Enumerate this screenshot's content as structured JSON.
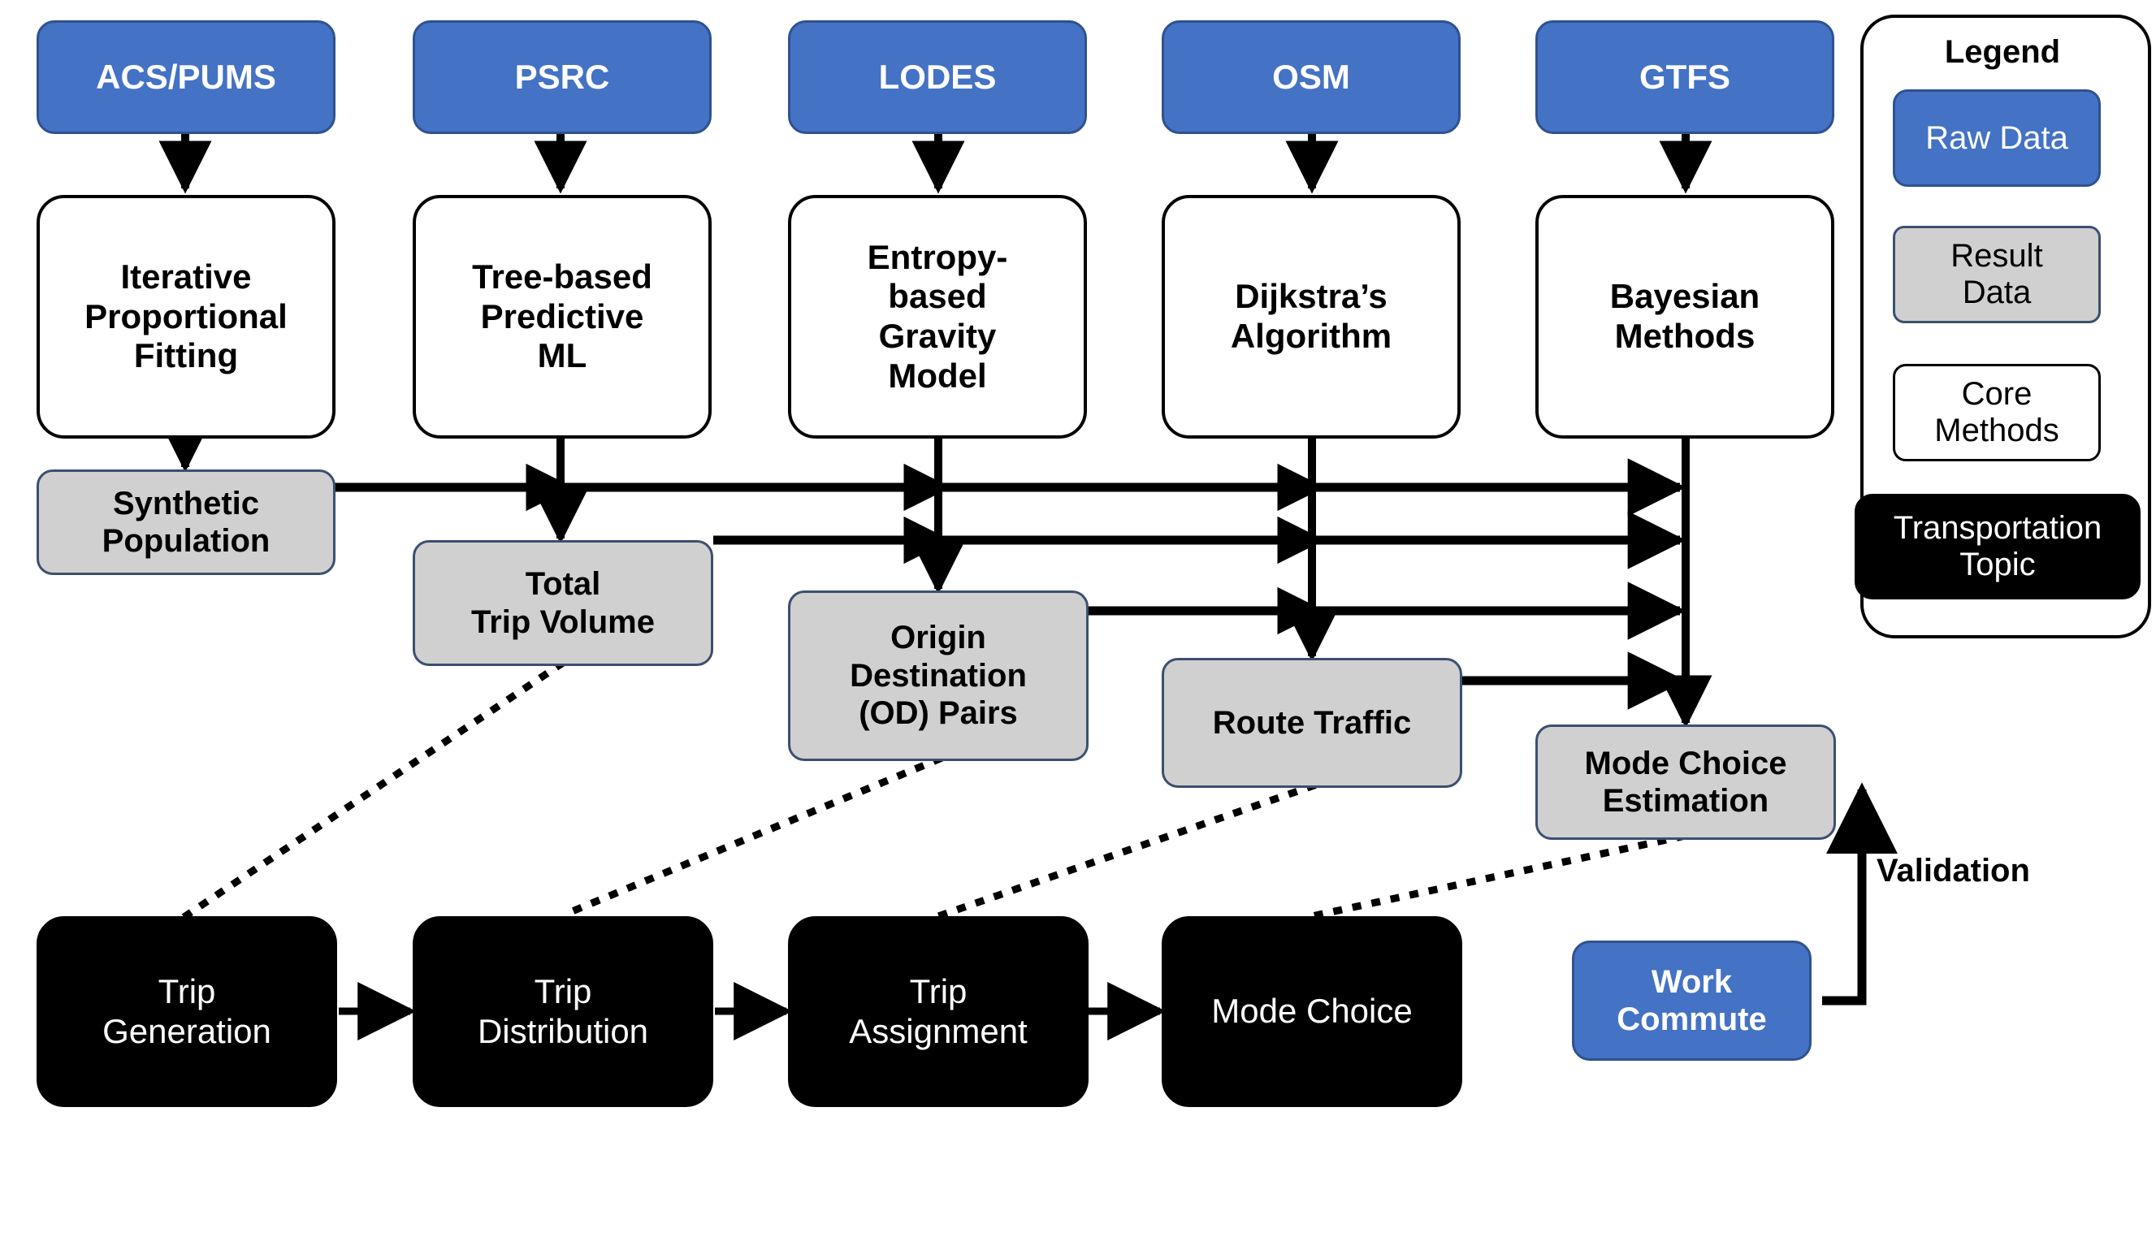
{
  "diagram": {
    "title_present": false,
    "colors": {
      "raw_data": "#4472C4",
      "raw_data_border": "#2F528F",
      "result_data": "#D0D0D0",
      "result_data_border": "#3B5070",
      "core_methods": "#FFFFFF",
      "core_methods_border": "#000000",
      "transportation_topic": "#000000",
      "text_light": "#FFFFFF",
      "text_dark": "#000000"
    },
    "raw_data_sources": [
      {
        "id": "acs-pums",
        "label": "ACS/PUMS"
      },
      {
        "id": "psrc",
        "label": "PSRC"
      },
      {
        "id": "lodes",
        "label": "LODES"
      },
      {
        "id": "osm",
        "label": "OSM"
      },
      {
        "id": "gtfs",
        "label": "GTFS"
      }
    ],
    "core_methods": [
      {
        "id": "iterative-proportional-fitting",
        "label": "Iterative\nProportional\nFitting"
      },
      {
        "id": "tree-based-predictive-ml",
        "label": "Tree-based\nPredictive\nML"
      },
      {
        "id": "entropy-based-gravity-model",
        "label": "Entropy-\nbased\nGravity\nModel"
      },
      {
        "id": "dijkstras-algorithm",
        "label": "Dijkstra’s\nAlgorithm"
      },
      {
        "id": "bayesian-methods",
        "label": "Bayesian\nMethods"
      }
    ],
    "result_data": [
      {
        "id": "synthetic-population",
        "label": "Synthetic\nPopulation"
      },
      {
        "id": "total-trip-volume",
        "label": "Total\nTrip Volume"
      },
      {
        "id": "origin-destination-pairs",
        "label": "Origin\nDestination\n(OD) Pairs"
      },
      {
        "id": "route-traffic",
        "label": "Route Traffic"
      },
      {
        "id": "mode-choice-estimation",
        "label": "Mode Choice\nEstimation"
      }
    ],
    "transportation_topics": [
      {
        "id": "trip-generation",
        "label": "Trip\nGeneration"
      },
      {
        "id": "trip-distribution",
        "label": "Trip\nDistribution"
      },
      {
        "id": "trip-assignment",
        "label": "Trip\nAssignment"
      },
      {
        "id": "mode-choice",
        "label": "Mode Choice"
      }
    ],
    "outcome": {
      "id": "work-commute",
      "label": "Work\nCommute"
    },
    "edge_labels": [
      {
        "id": "validation",
        "label": "Validation"
      }
    ]
  },
  "legend": {
    "title": "Legend",
    "items": [
      {
        "id": "raw-data",
        "label": "Raw Data",
        "swatch": "#4472C4"
      },
      {
        "id": "result-data",
        "label": "Result\nData",
        "swatch": "#D0D0D0"
      },
      {
        "id": "core-methods",
        "label": "Core\nMethods",
        "swatch": "#FFFFFF"
      },
      {
        "id": "transportation-topic",
        "label": "Transportation\nTopic",
        "swatch": "#000000"
      }
    ]
  }
}
